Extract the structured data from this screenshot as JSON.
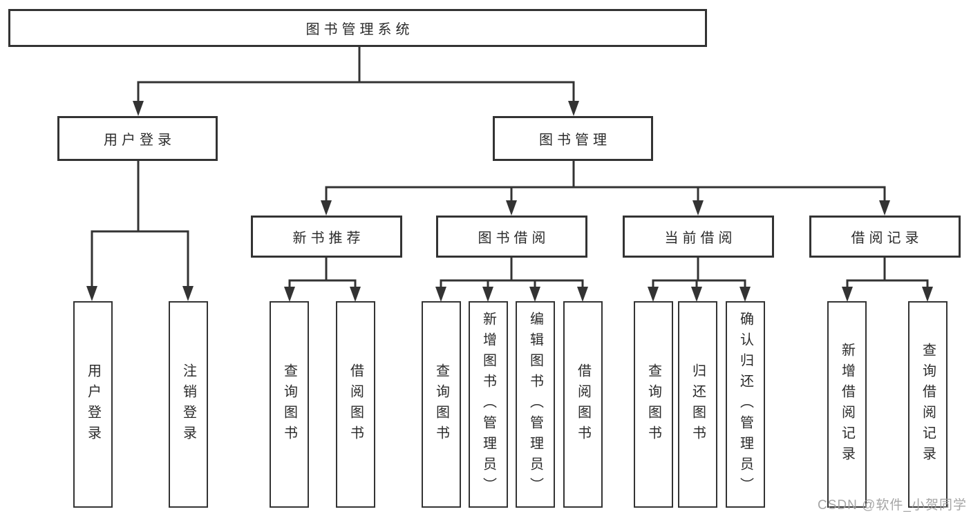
{
  "colors": {
    "line": "#333333",
    "box_border": "#333333",
    "box_fill": "#ffffff",
    "text": "#2b2b2b",
    "background": "#ffffff",
    "watermark": "#9e9e9e"
  },
  "tree": {
    "root": {
      "label": "图书管理系统"
    },
    "branches": [
      {
        "label": "用户登录",
        "children": [
          {
            "label": "用户登录"
          },
          {
            "label": "注销登录"
          }
        ]
      },
      {
        "label": "图书管理",
        "children": [
          {
            "label": "新书推荐",
            "children": [
              {
                "label": "查询图书"
              },
              {
                "label": "借阅图书"
              }
            ]
          },
          {
            "label": "图书借阅",
            "children": [
              {
                "label": "查询图书"
              },
              {
                "label": "新增图书（管理员）"
              },
              {
                "label": "编辑图书（管理员）"
              },
              {
                "label": "借阅图书"
              }
            ]
          },
          {
            "label": "当前借阅",
            "children": [
              {
                "label": "查询图书"
              },
              {
                "label": "归还图书"
              },
              {
                "label": "确认归还（管理员）"
              }
            ]
          },
          {
            "label": "借阅记录",
            "children": [
              {
                "label": "新增借阅记录"
              },
              {
                "label": "查询借阅记录"
              }
            ]
          }
        ]
      }
    ]
  },
  "watermark": {
    "text": "CSDN @软件_小贺同学"
  }
}
